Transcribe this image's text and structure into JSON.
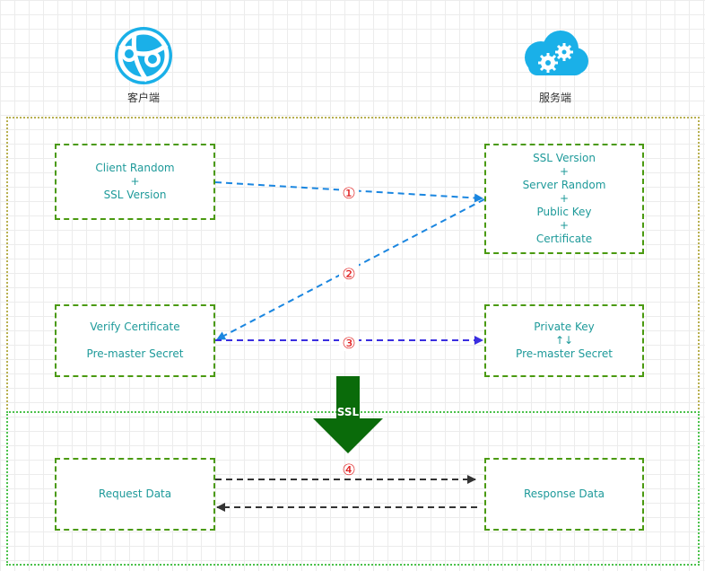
{
  "actors": {
    "client": {
      "label": "客户端",
      "icon": "globe-network-icon",
      "color": "#1ab0e8"
    },
    "server": {
      "label": "服务端",
      "icon": "cloud-gears-icon",
      "color": "#1ab0e8"
    }
  },
  "boxes": {
    "client_hello": [
      "Client Random",
      "+",
      "SSL Version"
    ],
    "server_hello": [
      "SSL Version",
      "+",
      "Server Random",
      "+",
      "Public Key",
      "+",
      "Certificate"
    ],
    "verify": [
      "Verify Certificate",
      "",
      "Pre-master Secret"
    ],
    "private_key": [
      "Private Key",
      "↑↓",
      "Pre-master Secret"
    ],
    "request": [
      "Request Data"
    ],
    "response": [
      "Response Data"
    ]
  },
  "steps": {
    "s1": "①",
    "s2": "②",
    "s3": "③",
    "s4": "④"
  },
  "ssl_label": "SSL",
  "colors": {
    "box_border": "#4a9a10",
    "box_text": "#1e9a9a",
    "arrow_blue": "#1a86e0",
    "arrow_indigo": "#3a2ee0",
    "arrow_dark": "#333333",
    "step_red": "#e02020",
    "ssl_arrow": "#0a6b0a"
  }
}
